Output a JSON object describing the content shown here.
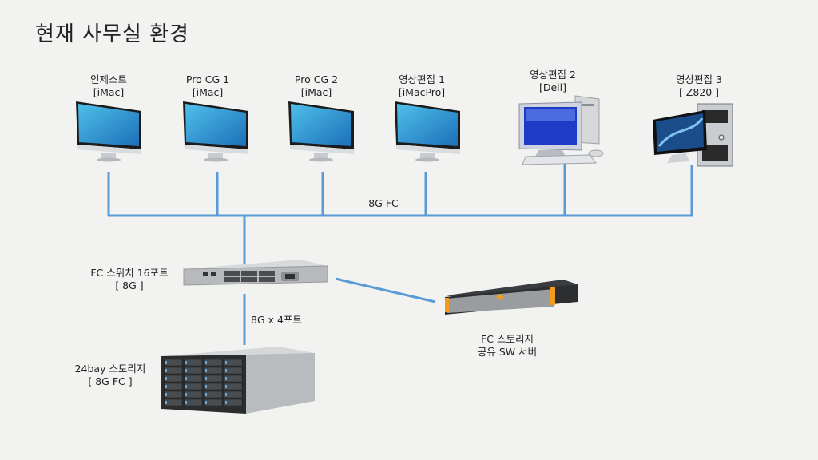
{
  "title": "현재 사무실 환경",
  "colors": {
    "link": "#5b9bd5",
    "background": "#f2f3f1"
  },
  "workstations": [
    {
      "name": "인제스트",
      "model": "[iMac]",
      "icon": "imac-icon"
    },
    {
      "name": "Pro CG 1",
      "model": "[iMac]",
      "icon": "imac-icon"
    },
    {
      "name": "Pro CG 2",
      "model": "[iMac]",
      "icon": "imac-icon"
    },
    {
      "name": "영상편집 1",
      "model": "[iMacPro]",
      "icon": "imac-icon"
    },
    {
      "name": "영상편집 2",
      "model": "[Dell]",
      "icon": "desktop-pc-icon"
    },
    {
      "name": "영상편집 3",
      "model": "[ Z820 ]",
      "icon": "workstation-tower-icon"
    }
  ],
  "links": {
    "bus_label": "8G FC",
    "switch_storage_label": "8G x 4포트"
  },
  "fc_switch": {
    "name": "FC 스위치 16포트",
    "spec": "[ 8G ]",
    "icon": "fc-switch-icon"
  },
  "server": {
    "name": "FC 스토리지",
    "spec": "공유 SW 서버",
    "icon": "rack-server-icon"
  },
  "storage": {
    "name": "24bay 스토리지",
    "spec": "[ 8G FC ]",
    "icon": "storage-array-icon"
  }
}
